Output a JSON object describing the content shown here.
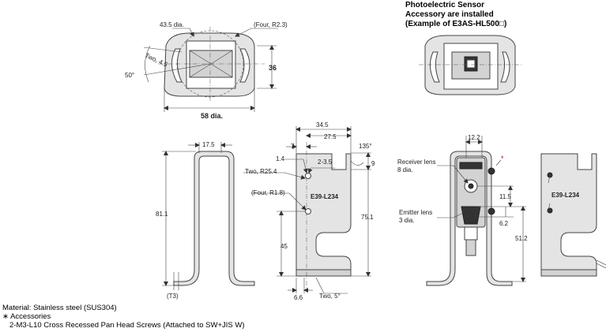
{
  "heading": {
    "line1": "Photoelectric Sensor",
    "line2": "Accessory are installed",
    "line3": "(Example of E3AS-HL500□)"
  },
  "top_view": {
    "dia_label": "43.5 dia.",
    "radius_label": "(Four, R2.3)",
    "two_label": "Two, 4.5",
    "angle_label": "50°",
    "height_label": "36",
    "width_label": "58 dia."
  },
  "bent_view": {
    "top_width": "17.5",
    "height": "81.1",
    "thickness": "(T3)"
  },
  "side_view": {
    "overall_width": "34.5",
    "inner_width": "27.5",
    "offset_7": "7",
    "angle_135": "135°",
    "slot_9": "9",
    "dim_1_4": "1.4",
    "dim_2_3_5": "2-3.5",
    "two_r": "Two, R25.4",
    "four_r": "(Four, R1.8)",
    "height_75": "75.1",
    "height_45": "45",
    "bottom_6_6": "6.6",
    "two_5deg": "Two, 5°",
    "sensor_text": "E39-L234"
  },
  "installed_view": {
    "width_12_2": "12.2",
    "receiver_lens": "Receiver lens",
    "receiver_dia": "8 dia.",
    "emitter_lens": "Emitter lens",
    "emitter_dia": "3 dia.",
    "dim_11_5": "11.5",
    "dim_6_2": "6.2",
    "dim_51_2": "51.2",
    "star": "*",
    "sensor_text": "E39-L234"
  },
  "notes": {
    "material": "Material: Stainless steel (SUS304)",
    "accessories": "∗ Accessories",
    "screws": "2-M3-L10 Cross Recessed Pan Head Screws (Attached to SW+JIS W)"
  }
}
